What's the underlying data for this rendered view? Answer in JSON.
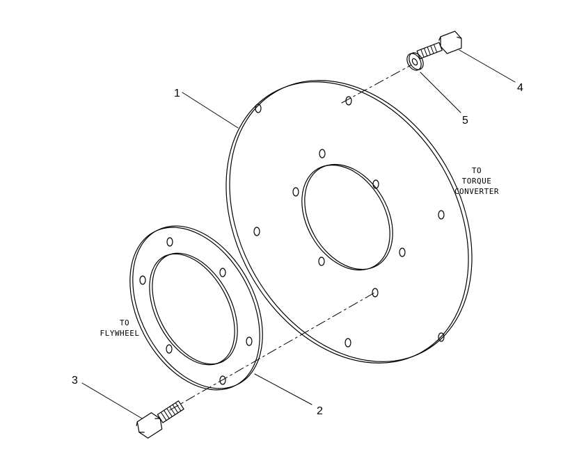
{
  "callouts": [
    {
      "id": "1",
      "text": "1"
    },
    {
      "id": "2",
      "text": "2"
    },
    {
      "id": "3",
      "text": "3"
    },
    {
      "id": "4",
      "text": "4"
    },
    {
      "id": "5",
      "text": "5"
    }
  ],
  "notes": {
    "torque_converter": [
      "TO",
      "TORQUE",
      "CONVERTER"
    ],
    "flywheel": [
      "TO",
      "FLYWHEEL"
    ]
  }
}
